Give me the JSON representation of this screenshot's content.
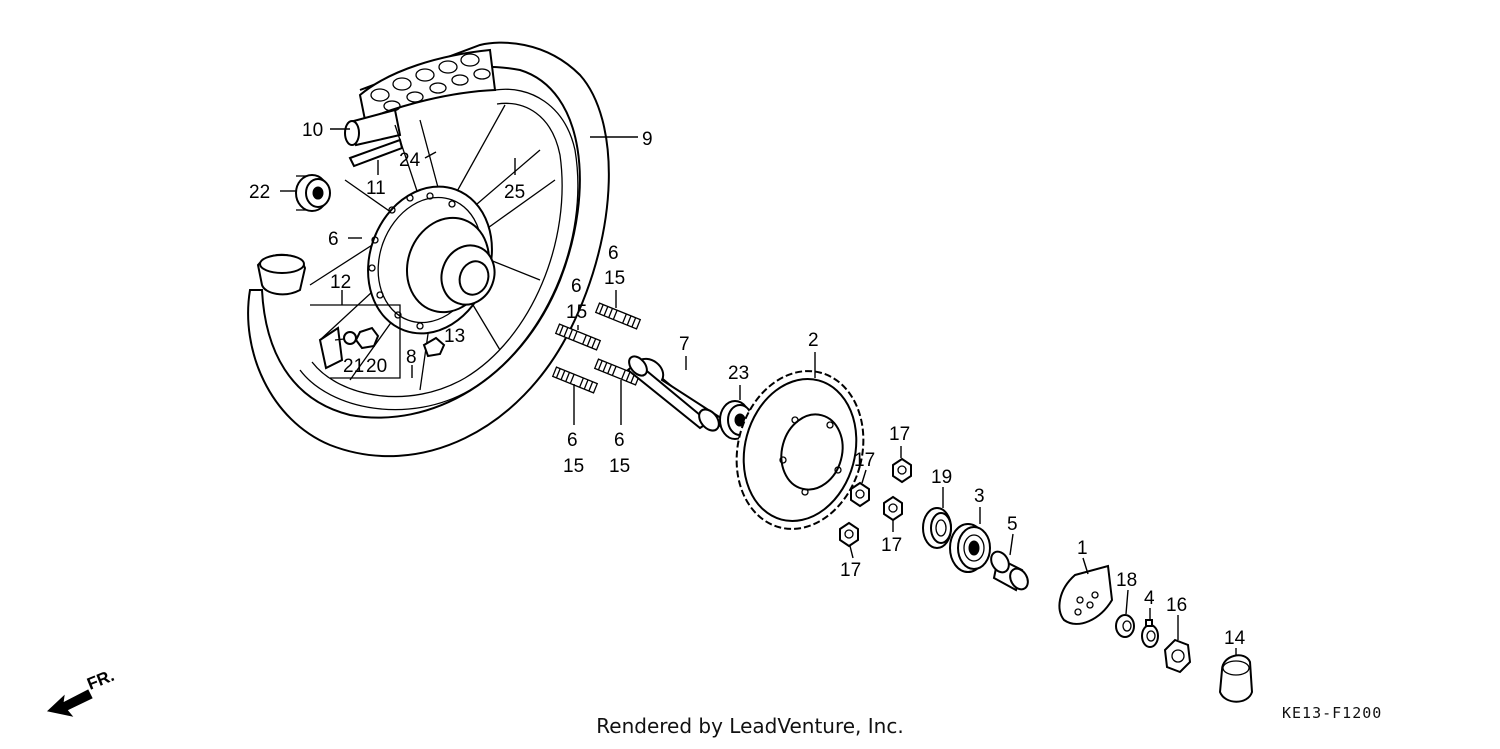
{
  "diagram": {
    "callouts": [
      {
        "id": "c10a",
        "label": "10"
      },
      {
        "id": "c9",
        "label": "9"
      },
      {
        "id": "c24",
        "label": "24"
      },
      {
        "id": "c22",
        "label": "22"
      },
      {
        "id": "c11",
        "label": "11"
      },
      {
        "id": "c25",
        "label": "25"
      },
      {
        "id": "c6a",
        "label": "6"
      },
      {
        "id": "c12",
        "label": "12"
      },
      {
        "id": "c13",
        "label": "13"
      },
      {
        "id": "c21",
        "label": "21"
      },
      {
        "id": "c20",
        "label": "20"
      },
      {
        "id": "c8",
        "label": "8"
      },
      {
        "id": "c6b",
        "label": "6"
      },
      {
        "id": "c15b",
        "label": "15"
      },
      {
        "id": "c6c",
        "label": "6"
      },
      {
        "id": "c15c",
        "label": "15"
      },
      {
        "id": "c7",
        "label": "7"
      },
      {
        "id": "c23",
        "label": "23"
      },
      {
        "id": "c2",
        "label": "2"
      },
      {
        "id": "c6d",
        "label": "6"
      },
      {
        "id": "c15d",
        "label": "15"
      },
      {
        "id": "c6e",
        "label": "6"
      },
      {
        "id": "c15e",
        "label": "15"
      },
      {
        "id": "c17a",
        "label": "17"
      },
      {
        "id": "c17b",
        "label": "17"
      },
      {
        "id": "c17c",
        "label": "17"
      },
      {
        "id": "c17d",
        "label": "17"
      },
      {
        "id": "c19",
        "label": "19"
      },
      {
        "id": "c3",
        "label": "3"
      },
      {
        "id": "c5",
        "label": "5"
      },
      {
        "id": "c1",
        "label": "1"
      },
      {
        "id": "c18",
        "label": "18"
      },
      {
        "id": "c4",
        "label": "4"
      },
      {
        "id": "c16",
        "label": "16"
      },
      {
        "id": "c14",
        "label": "14"
      }
    ],
    "direction_label": "FR.",
    "credit": "Rendered by LeadVenture, Inc.",
    "code": "KE13-F1200"
  }
}
